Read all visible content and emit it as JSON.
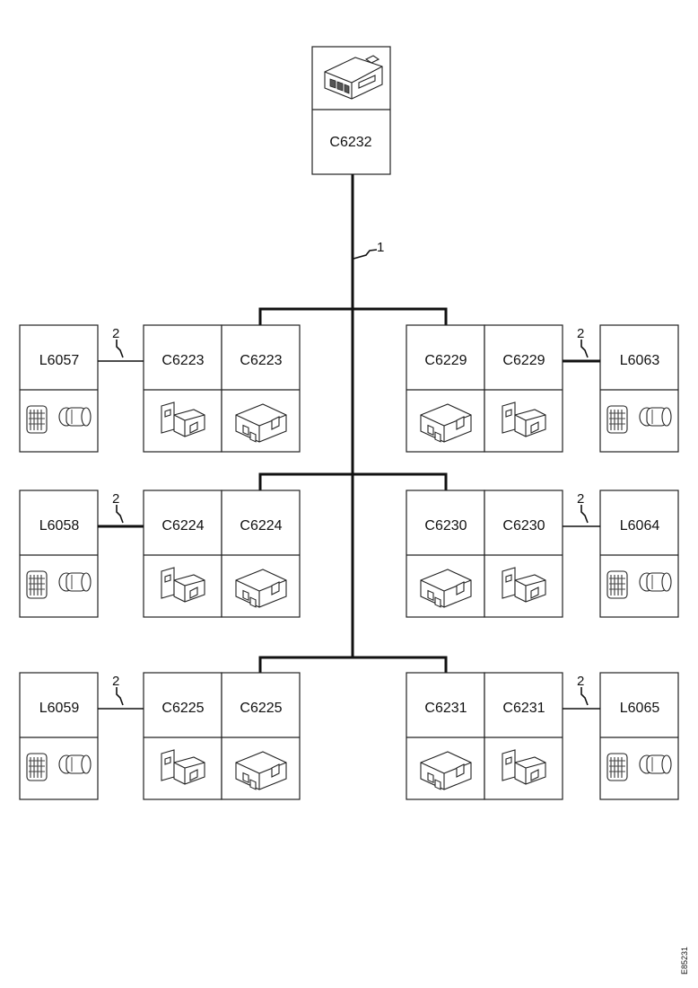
{
  "diagram": {
    "root": {
      "label": "C6232",
      "icon": "connector-block-icon"
    },
    "trunk_callout": "1",
    "branch_callout": "2",
    "rows": [
      {
        "left": {
          "lamp": "L6057",
          "c1": "C6223",
          "c2": "C6223"
        },
        "right": {
          "c1": "C6229",
          "c2": "C6229",
          "lamp": "L6063"
        }
      },
      {
        "left": {
          "lamp": "L6058",
          "c1": "C6224",
          "c2": "C6224"
        },
        "right": {
          "c1": "C6230",
          "c2": "C6230",
          "lamp": "L6064"
        }
      },
      {
        "left": {
          "lamp": "L6059",
          "c1": "C6225",
          "c2": "C6225"
        },
        "right": {
          "c1": "C6231",
          "c2": "C6231",
          "lamp": "L6065"
        }
      }
    ],
    "document_number": "E85231"
  }
}
